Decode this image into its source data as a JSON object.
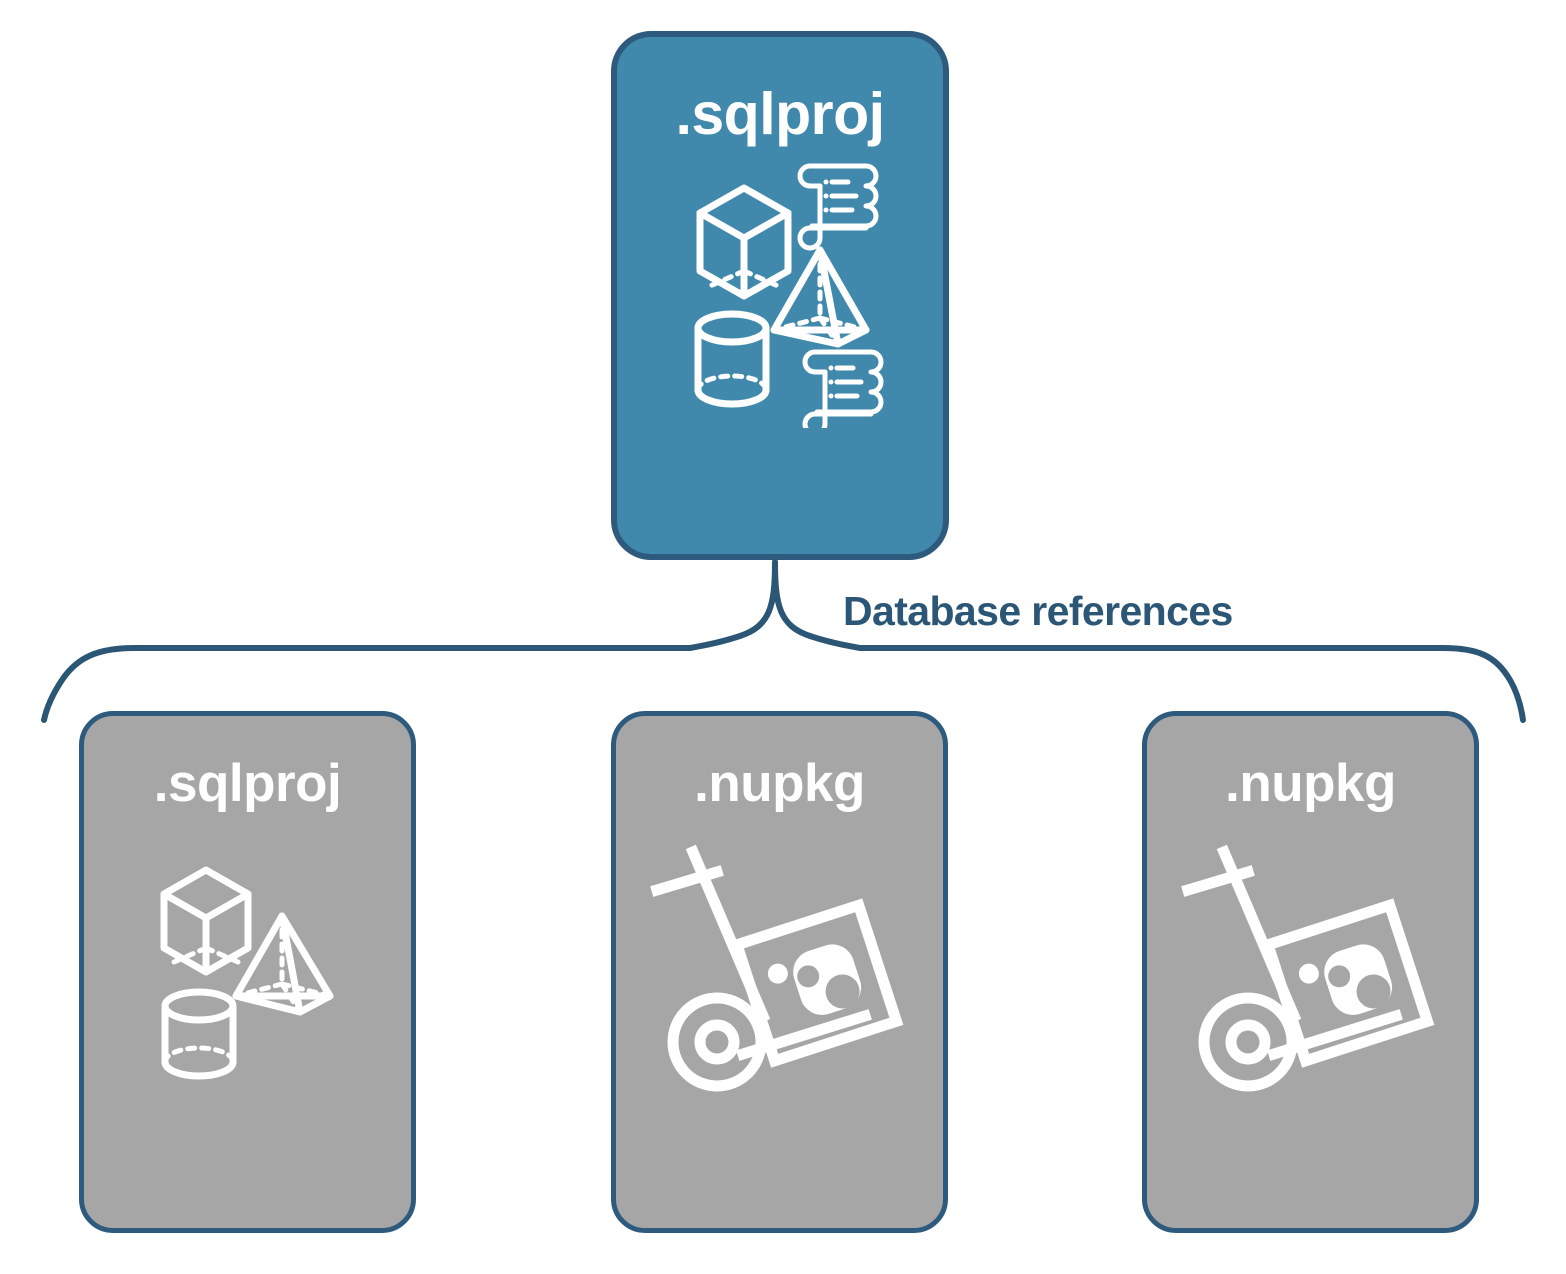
{
  "diagram": {
    "title": "Database references",
    "colors": {
      "primary_fill": "#4189ac",
      "secondary_fill": "#a6a6a6",
      "stroke": "#2e5b7d",
      "label_text": "#2c5675",
      "node_text": "#ffffff",
      "background": "#ffffff"
    },
    "connector": {
      "label": "Database references",
      "style": "curly-brace"
    },
    "nodes": {
      "root": {
        "label": ".sqlproj",
        "role": "project",
        "fill": "#4189ac",
        "icons": [
          "cube-icon",
          "script-scroll-icon",
          "pyramid-icon",
          "cylinder-icon",
          "script-scroll-icon"
        ]
      },
      "references": [
        {
          "label": ".sqlproj",
          "role": "project-reference",
          "fill": "#a6a6a6",
          "icons": [
            "cube-icon",
            "pyramid-icon",
            "cylinder-icon"
          ]
        },
        {
          "label": ".nupkg",
          "role": "package-reference",
          "fill": "#a6a6a6",
          "icons": [
            "hand-truck-package-icon"
          ]
        },
        {
          "label": ".nupkg",
          "role": "package-reference",
          "fill": "#a6a6a6",
          "icons": [
            "hand-truck-package-icon"
          ]
        }
      ]
    }
  }
}
